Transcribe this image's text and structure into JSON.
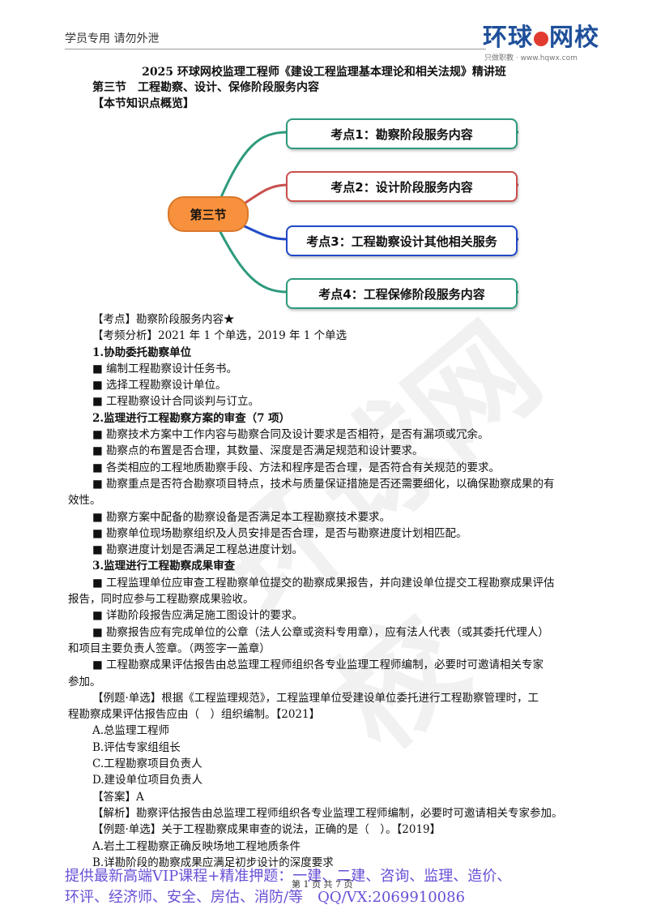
{
  "header": {
    "left_text": "学员专用 请勿外泄"
  },
  "logo": {
    "main_a": "环球",
    "main_b": "网校",
    "sub": "只做职教 · www.hqwx.com"
  },
  "title": "2025 环球网校监理工程师《建设工程监理基本理论和相关法规》精讲班",
  "section_title": "第三节　工程勘察、设计、保修阶段服务内容",
  "overview_label": "【本节知识点概览】",
  "mindmap": {
    "center": "第三节",
    "nodes": [
      {
        "label": "考点1：勘察阶段服务内容",
        "color": "#2e9a7d"
      },
      {
        "label": "考点2：设计阶段服务内容",
        "color": "#c9504d"
      },
      {
        "label": "考点3：工程勘察设计其他相关服务",
        "color": "#2149c7"
      },
      {
        "label": "考点4：工程保修阶段服务内容",
        "color": "#2e9a7d"
      }
    ]
  },
  "lines": [
    "【考点】勘察阶段服务内容★",
    "【考频分析】2021 年 1 个单选，2019 年 1 个单选",
    "1.协助委托勘察单位",
    "■ 编制工程勘察设计任务书。",
    "■ 选择工程勘察设计单位。",
    "■ 工程勘察设计合同谈判与订立。",
    "2.监理进行工程勘察方案的审查（7 项）",
    "■ 勘察技术方案中工作内容与勘察合同及设计要求是否相符，是否有漏项或冗余。",
    "■ 勘察点的布置是否合理，其数量、深度是否满足规范和设计要求。",
    "■ 各类相应的工程地质勘察手段、方法和程序是否合理，是否符合有关规范的要求。",
    "■ 勘察重点是否符合勘察项目特点，技术与质量保证措施是否还需要细化，以确保勘察成果的有",
    "效性。",
    "■ 勘察方案中配备的勘察设备是否满足本工程勘察技术要求。",
    "■ 勘察单位现场勘察组织及人员安排是否合理，是否与勘察进度计划相匹配。",
    "■ 勘察进度计划是否满足工程总进度计划。",
    "3.监理进行工程勘察成果审查",
    "■ 工程监理单位应审查工程勘察单位提交的勘察成果报告，并向建设单位提交工程勘察成果评估",
    "报告，同时应参与工程勘察成果验收。",
    "■ 详勘阶段报告应满足施工图设计的要求。",
    "■ 勘察报告应有完成单位的公章（法人公章或资料专用章），应有法人代表（或其委托代理人）",
    "和项目主要负责人签章。（两签字一盖章）",
    "■ 工程勘察成果评估报告由总监理工程师组织各专业监理工程师编制，必要时可邀请相关专家",
    "参加。",
    "【例题·单选】根据《工程监理规范》，工程监理单位受建设单位委托进行工程勘察管理时，工",
    "程勘察成果评估报告应由（　）组织编制。【2021】",
    "A.总监理工程师",
    "B.评估专家组组长",
    "C.工程勘察项目负责人",
    "D.建设单位项目负责人",
    "【答案】A",
    "【解析】勘察评估报告由总监理工程师组织各专业监理工程师编制，必要时可邀请相关专家参加。",
    "【例题·单选】关于工程勘察成果审查的说法，正确的是（　）。【2019】",
    "A.岩土工程勘察正确反映场地工程地质条件",
    "B.详勘阶段的勘察成果应满足初步设计的深度要求"
  ],
  "promo": {
    "line1": "提供最新高端VIP课程+精准押题：一建、二建、咨询、监理、造价、",
    "line2": "环评、经济师、安全、房估、消防/等　QQ/VX:2069910086"
  },
  "page_number": "第 1 页 共 7 页"
}
